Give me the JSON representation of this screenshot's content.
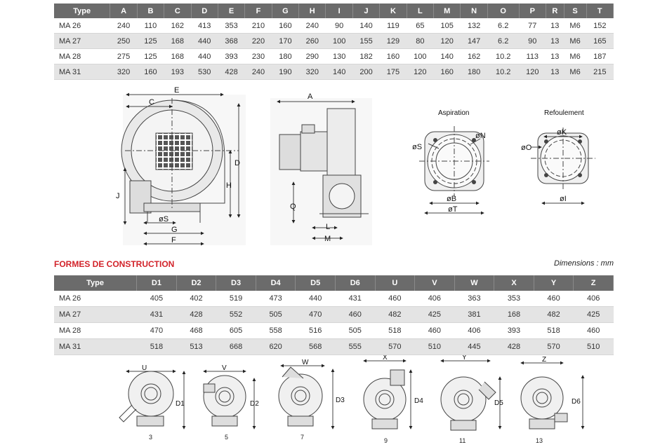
{
  "top_table": {
    "headers": [
      "Type",
      "A",
      "B",
      "C",
      "D",
      "E",
      "F",
      "G",
      "H",
      "I",
      "J",
      "K",
      "L",
      "M",
      "N",
      "O",
      "P",
      "R",
      "S",
      "T"
    ],
    "rows": [
      [
        "MA 26",
        "240",
        "110",
        "162",
        "413",
        "353",
        "210",
        "160",
        "240",
        "90",
        "140",
        "119",
        "65",
        "105",
        "132",
        "6.2",
        "77",
        "13",
        "M6",
        "152"
      ],
      [
        "MA 27",
        "250",
        "125",
        "168",
        "440",
        "368",
        "220",
        "170",
        "260",
        "100",
        "155",
        "129",
        "80",
        "120",
        "147",
        "6.2",
        "90",
        "13",
        "M6",
        "165"
      ],
      [
        "MA 28",
        "275",
        "125",
        "168",
        "440",
        "393",
        "230",
        "180",
        "290",
        "130",
        "182",
        "160",
        "100",
        "140",
        "162",
        "10.2",
        "113",
        "13",
        "M6",
        "187"
      ],
      [
        "MA 31",
        "320",
        "160",
        "193",
        "530",
        "428",
        "240",
        "190",
        "320",
        "140",
        "200",
        "175",
        "120",
        "160",
        "180",
        "10.2",
        "120",
        "13",
        "M6",
        "215"
      ]
    ]
  },
  "drawings": {
    "front_labels": {
      "E": "E",
      "C": "C",
      "D": "D",
      "H": "H",
      "J": "J",
      "S": "øS",
      "G": "G",
      "F": "F"
    },
    "side_labels": {
      "A": "A",
      "Q": "Q",
      "L": "L",
      "M": "M"
    },
    "aspiration": {
      "title": "Aspiration",
      "S": "øS",
      "N": "øN",
      "B": "øB",
      "T": "øT"
    },
    "refoulement": {
      "title": "Refoulement",
      "K": "øK",
      "O": "øO",
      "I": "øI"
    }
  },
  "section": {
    "title": "FORMES DE CONSTRUCTION",
    "units": "Dimensions : mm"
  },
  "bottom_table": {
    "headers": [
      "Type",
      "D1",
      "D2",
      "D3",
      "D4",
      "D5",
      "D6",
      "U",
      "V",
      "W",
      "X",
      "Y",
      "Z"
    ],
    "rows": [
      [
        "MA 26",
        "405",
        "402",
        "519",
        "473",
        "440",
        "431",
        "460",
        "406",
        "363",
        "353",
        "460",
        "406"
      ],
      [
        "MA 27",
        "431",
        "428",
        "552",
        "505",
        "470",
        "460",
        "482",
        "425",
        "381",
        "168",
        "482",
        "425"
      ],
      [
        "MA 28",
        "470",
        "468",
        "605",
        "558",
        "516",
        "505",
        "518",
        "460",
        "406",
        "393",
        "518",
        "460"
      ],
      [
        "MA 31",
        "518",
        "513",
        "668",
        "620",
        "568",
        "555",
        "570",
        "510",
        "445",
        "428",
        "570",
        "510"
      ]
    ]
  },
  "forms": [
    {
      "number": "3",
      "top": "U",
      "side": "D1"
    },
    {
      "number": "5",
      "top": "V",
      "side": "D2"
    },
    {
      "number": "7",
      "top": "W",
      "side": "D3"
    },
    {
      "number": "9",
      "top": "X",
      "side": "D4"
    },
    {
      "number": "11",
      "top": "Y",
      "side": "D5"
    },
    {
      "number": "13",
      "top": "Z",
      "side": "D6"
    }
  ]
}
